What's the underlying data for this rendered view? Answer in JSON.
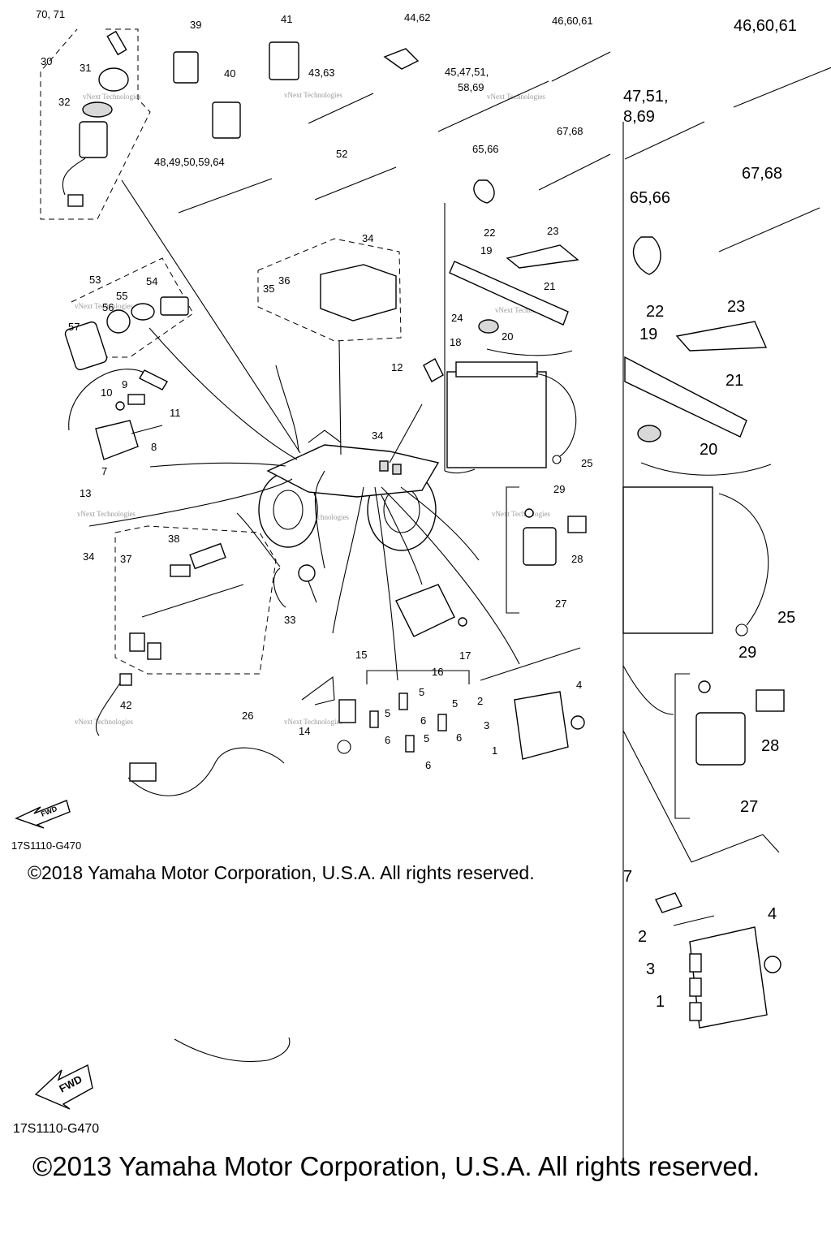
{
  "diagram": {
    "code_main": "17S1110-G470",
    "code_inset": "17S1110-G470",
    "copyright_main": "©2018 Yamaha Motor Corporation, U.S.A. All rights reserved.",
    "copyright_inset": "©2013 Yamaha Motor Corporation, U.S.A. All rights reserved.",
    "fwd_label": "FWD",
    "watermark": "vNext Technologies",
    "callouts_main": [
      "70, 71",
      "30",
      "31",
      "32",
      "39",
      "40",
      "41",
      "43,63",
      "44,62",
      "45,47,51,",
      "58,69",
      "46,60,61",
      "48,49,50,59,64",
      "52",
      "65,66",
      "67,68",
      "34",
      "35",
      "36",
      "53",
      "54",
      "55",
      "56",
      "57",
      "9",
      "10",
      "11",
      "8",
      "7",
      "12",
      "22",
      "23",
      "19",
      "21",
      "24",
      "20",
      "18",
      "25",
      "34",
      "13",
      "38",
      "37",
      "34",
      "33",
      "42",
      "29",
      "28",
      "27",
      "16",
      "17",
      "15",
      "14",
      "5",
      "5",
      "5",
      "5",
      "6",
      "6",
      "6",
      "6",
      "26",
      "2",
      "3",
      "1",
      "4"
    ],
    "callouts_inset": [
      "46,60,61",
      "47,51,",
      "8,69",
      "67,68",
      "65,66",
      "22",
      "23",
      "19",
      "21",
      "20",
      "25",
      "29",
      "28",
      "27",
      "7",
      "2",
      "3",
      "1",
      "4"
    ]
  }
}
